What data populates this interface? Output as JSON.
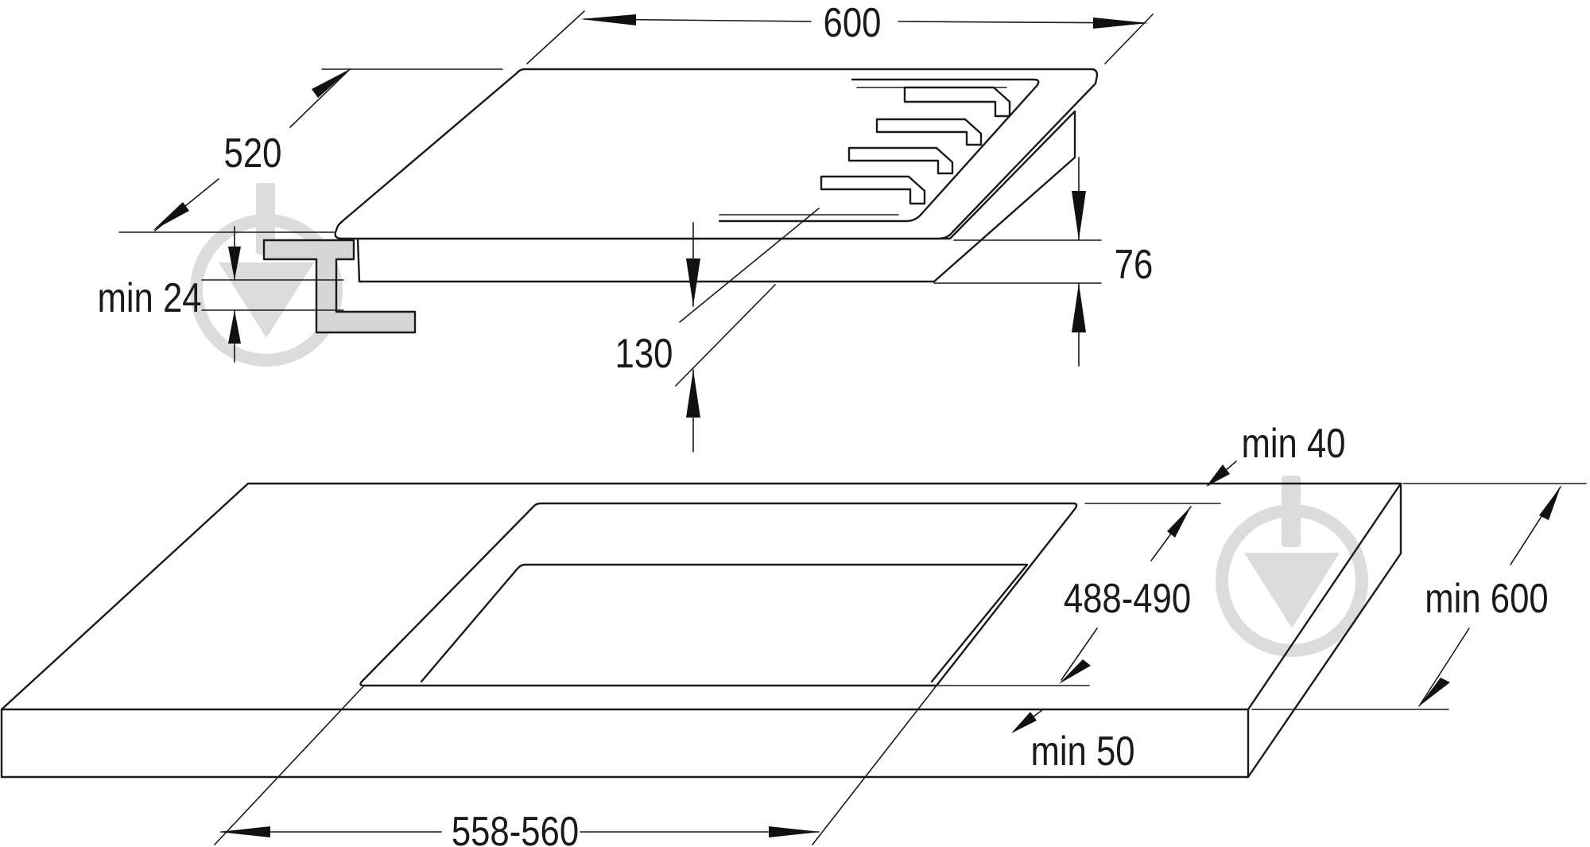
{
  "diagram": {
    "hob_dimensions": {
      "width": "600",
      "depth": "520",
      "height": "76",
      "below_surface": "130",
      "min_worktop_thickness": "min 24"
    },
    "cutout_dimensions": {
      "min_rear_distance": "min 40",
      "cutout_depth": "488-490",
      "min_worktop_depth": "min 600",
      "min_front_distance": "min 50",
      "cutout_width": "558-560"
    }
  }
}
